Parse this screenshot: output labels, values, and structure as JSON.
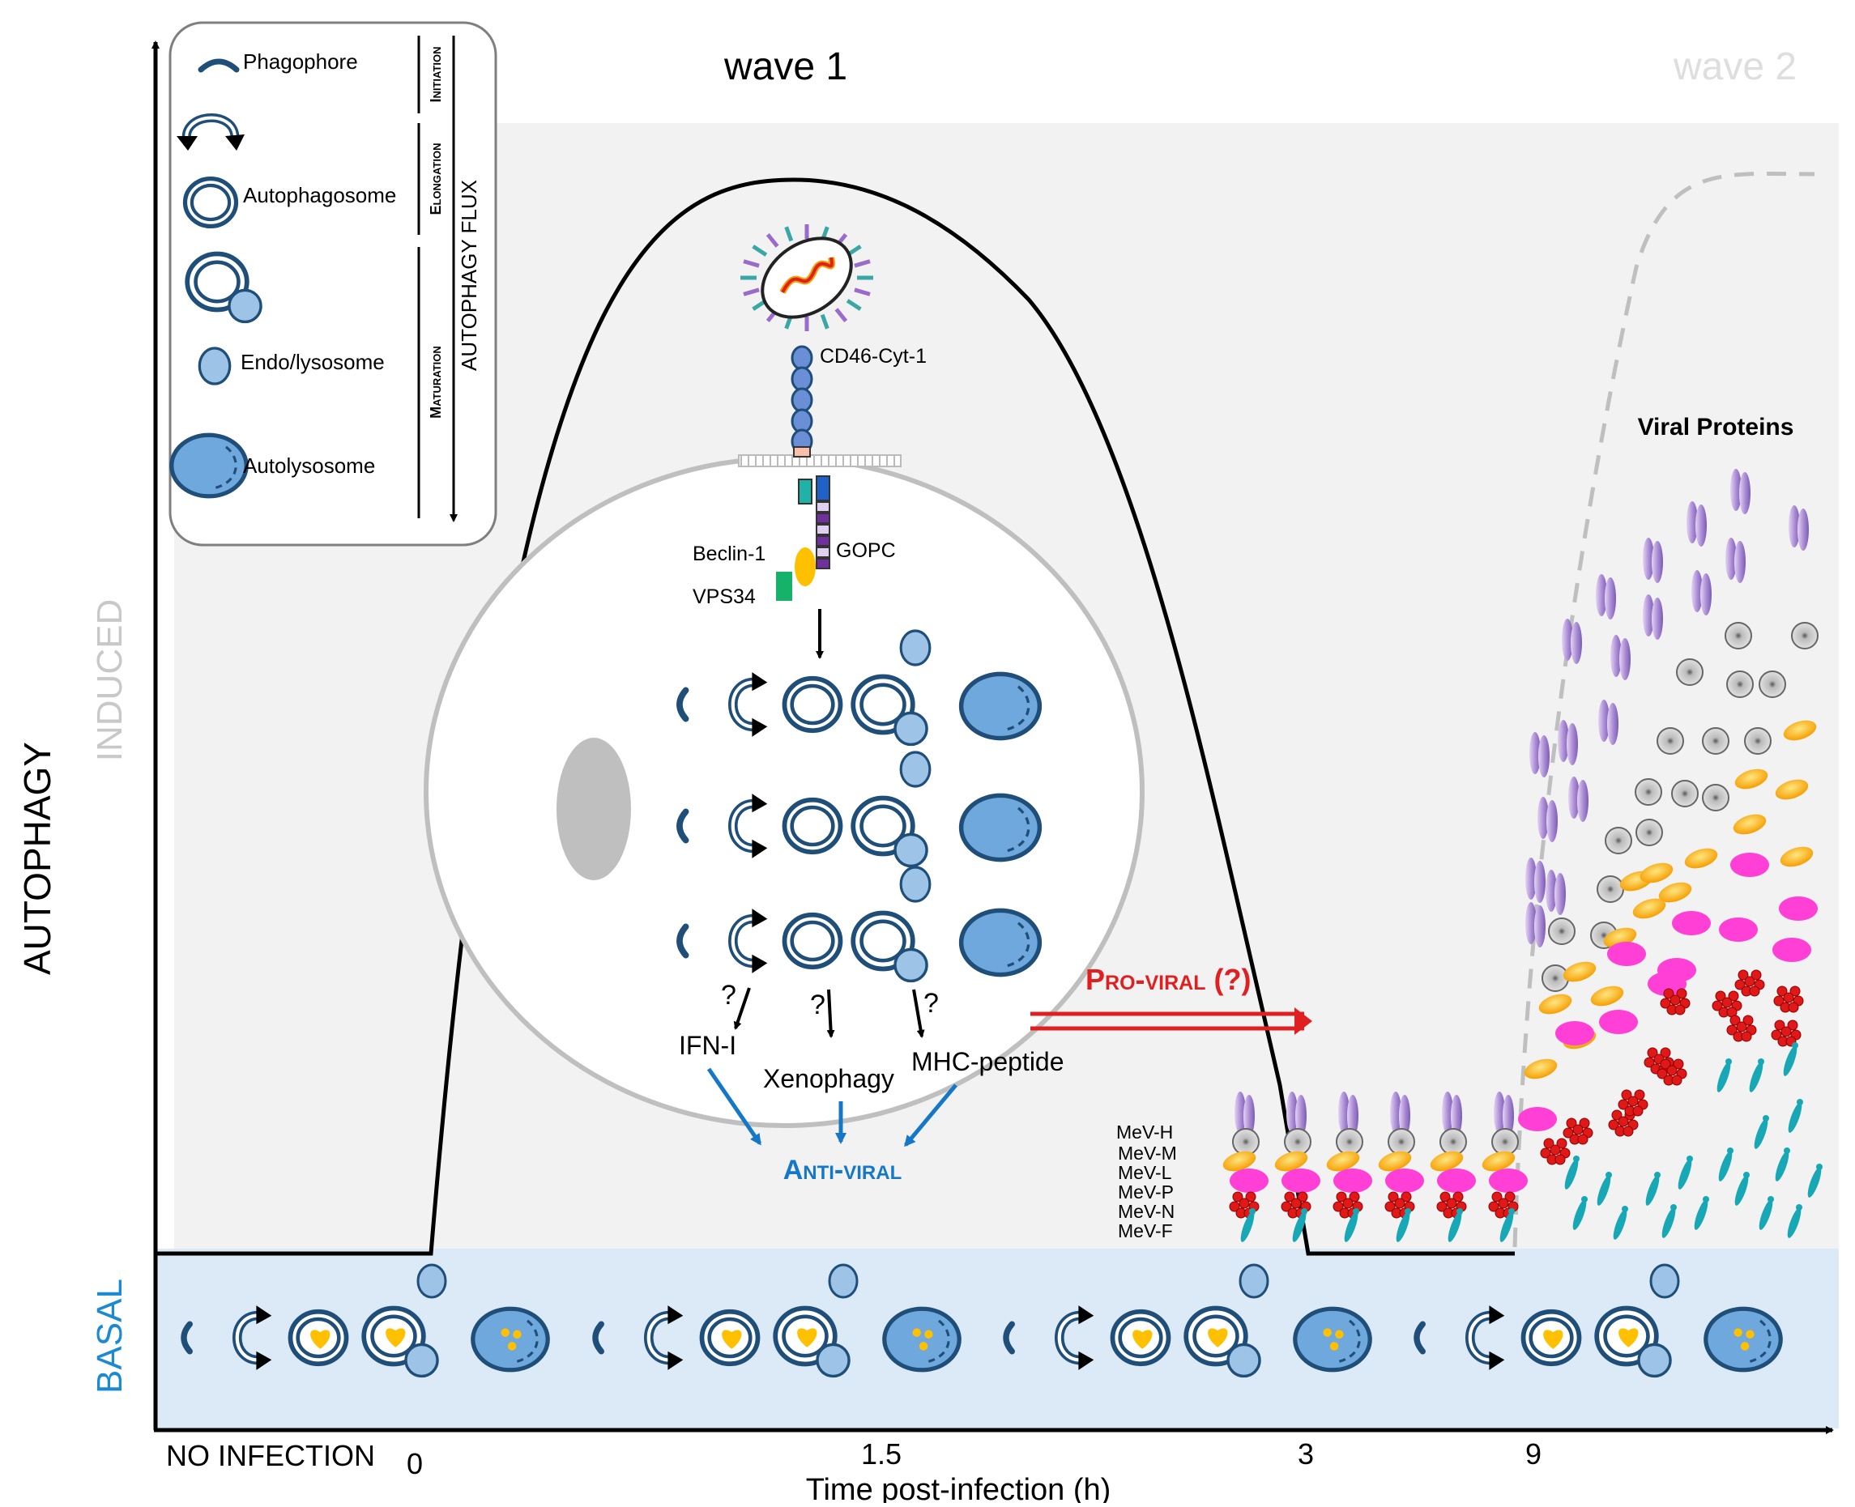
{
  "axes": {
    "y_title": "AUTOPHAGY",
    "y_induced": "INDUCED",
    "y_basal": "BASAL",
    "x_title": "Time post-infection (h)",
    "x_no_infection": "NO INFECTION",
    "x_ticks": [
      "0",
      "1.5",
      "3",
      "9"
    ]
  },
  "waves": {
    "wave1": "wave 1",
    "wave2": "wave 2"
  },
  "legend": {
    "phagophore": "Phagophore",
    "autophagosome": "Autophagosome",
    "endolysosome": "Endo/lysosome",
    "autolysosome": "Autolysosome",
    "stage_initiation": "Initiation",
    "stage_elongation": "Elongation",
    "stage_maturation": "Maturation",
    "flux": "AUTOPHAGY FLUX"
  },
  "cell": {
    "receptor": "CD46-Cyt-1",
    "beclin": "Beclin-1",
    "gopc": "GOPC",
    "vps34": "VPS34",
    "question": "?",
    "outcomes": [
      "IFN-I",
      "Xenophagy",
      "MHC-peptide"
    ],
    "antiviral": "Anti-viral"
  },
  "proviral": "Pro-viral (?)",
  "viral": {
    "title": "Viral Proteins",
    "proteins": [
      "MeV-H",
      "MeV-M",
      "MeV-L",
      "MeV-P",
      "MeV-N",
      "MeV-F"
    ]
  },
  "colors": {
    "membrane": "#1f4e79",
    "vesicle_fill": "#9dc3e6",
    "basal_band": "#dbeaf6",
    "induced_bg": "#f2f2f2",
    "basal_text": "#1b8ad3",
    "antiviral": "#1577c7",
    "proviral": "#e02020",
    "cargo": "#ffc000"
  }
}
